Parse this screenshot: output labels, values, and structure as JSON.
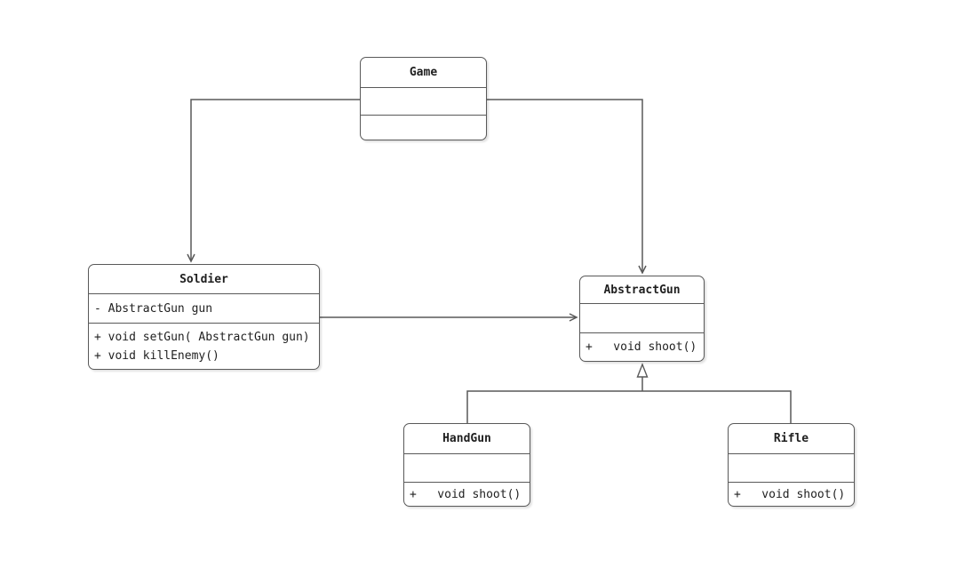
{
  "diagram": {
    "kind": "uml-class-diagram",
    "background_color": "#ffffff",
    "line_color": "#595959",
    "text_color": "#1f1f1f",
    "classes": [
      {
        "name": "Game",
        "attributes": [],
        "methods": []
      },
      {
        "name": "Soldier",
        "attributes": [
          "- AbstractGun gun"
        ],
        "methods": [
          "+ void setGun( AbstractGun gun)",
          "+ void killEnemy()"
        ]
      },
      {
        "name": "AbstractGun",
        "attributes": [],
        "methods": [
          "+   void shoot()"
        ]
      },
      {
        "name": "HandGun",
        "attributes": [],
        "methods": [
          "+   void shoot()"
        ]
      },
      {
        "name": "Rifle",
        "attributes": [],
        "methods": [
          "+   void shoot()"
        ]
      }
    ],
    "relations": [
      {
        "from": "Game",
        "to": "Soldier",
        "type": "directed-association"
      },
      {
        "from": "Game",
        "to": "AbstractGun",
        "type": "directed-association"
      },
      {
        "from": "Soldier",
        "to": "AbstractGun",
        "type": "directed-association"
      },
      {
        "from": "HandGun",
        "to": "AbstractGun",
        "type": "generalization"
      },
      {
        "from": "Rifle",
        "to": "AbstractGun",
        "type": "generalization"
      }
    ]
  }
}
